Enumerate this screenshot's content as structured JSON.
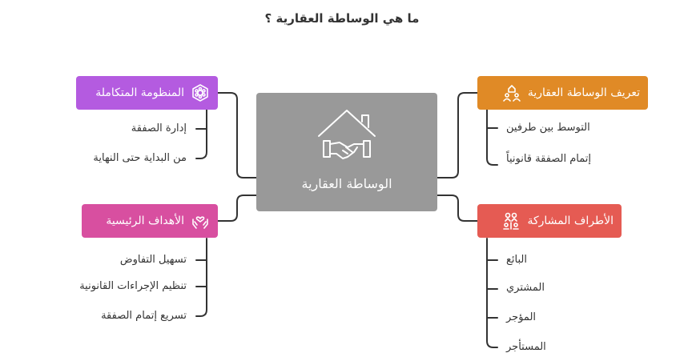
{
  "title": "ما هي الوساطة العقارية ؟",
  "center": {
    "label": "الوساطة العقارية",
    "icon": "house-handshake-icon"
  },
  "branches": {
    "definition": {
      "label": "تعريف الوساطة العقارية",
      "color": "#E08A26",
      "icon": "people-house-icon",
      "items": [
        "التوسط بين طرفين",
        "إتمام الصفقة قانونياً"
      ]
    },
    "parties": {
      "label": "الأطراف المشاركة",
      "color": "#E55B53",
      "icon": "gears-people-icon",
      "items": [
        "البائع",
        "المشتري",
        "المؤجر",
        "المستأجر"
      ]
    },
    "system": {
      "label": "المنظومة المتكاملة",
      "color": "#B45BE0",
      "icon": "hexagon-network-icon",
      "items": [
        "إدارة الصفقة",
        "من البداية حتى النهاية"
      ]
    },
    "goals": {
      "label": "الأهداف الرئيسية",
      "color": "#D84FA0",
      "icon": "hands-heart-icon",
      "items": [
        "تسهيل التفاوض",
        "تنظيم الإجراءات القانونية",
        "تسريع إتمام الصفقة"
      ]
    }
  }
}
